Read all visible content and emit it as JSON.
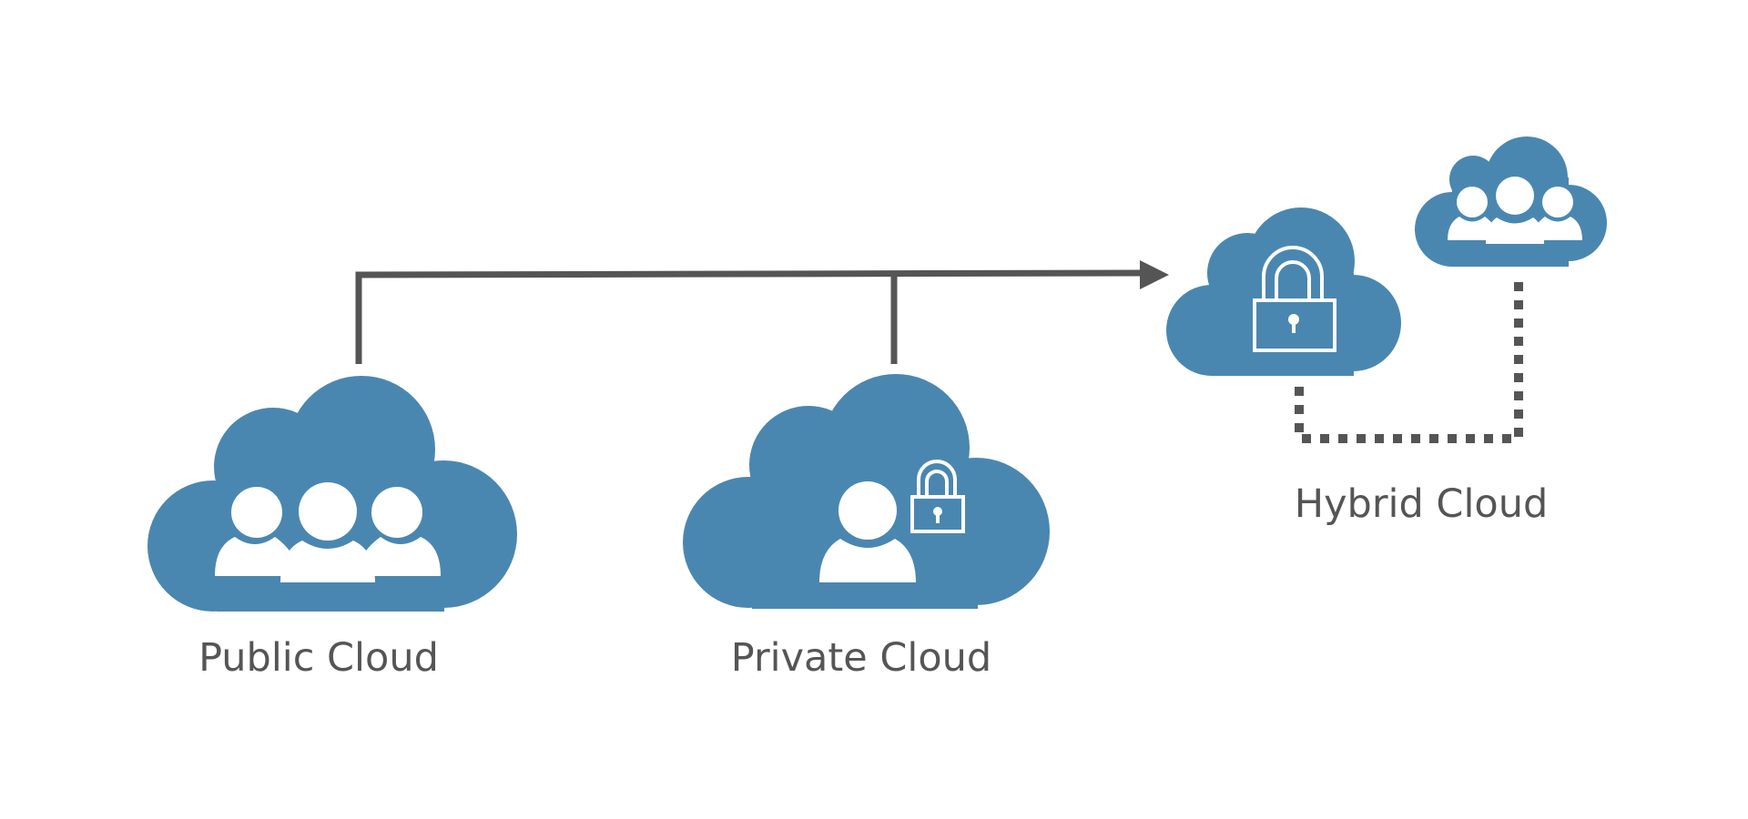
{
  "diagram": {
    "labels": {
      "public": "Public Cloud",
      "private": "Private Cloud",
      "hybrid": "Hybrid Cloud"
    },
    "nodes": [
      {
        "id": "public-cloud",
        "label_ref": "labels.public",
        "icons": [
          "users-group-icon"
        ]
      },
      {
        "id": "private-cloud",
        "label_ref": "labels.private",
        "icons": [
          "user-icon",
          "lock-icon"
        ]
      },
      {
        "id": "hybrid-cloud-secure",
        "icons": [
          "lock-icon"
        ]
      },
      {
        "id": "hybrid-cloud-shared",
        "icons": [
          "users-group-icon"
        ]
      }
    ],
    "edges": [
      {
        "from": "public-cloud",
        "to": "hybrid-cloud-secure",
        "style": "solid-arrow"
      },
      {
        "from": "private-cloud",
        "to": "hybrid-cloud-secure",
        "style": "solid-arrow"
      },
      {
        "from": "hybrid-cloud-secure",
        "to": "hybrid-cloud-shared",
        "style": "dotted"
      }
    ],
    "colors": {
      "cloud": "#4A87B0",
      "connector": "#555555",
      "label": "#555555",
      "icon": "#FFFFFF",
      "background": "#FFFFFF"
    }
  }
}
